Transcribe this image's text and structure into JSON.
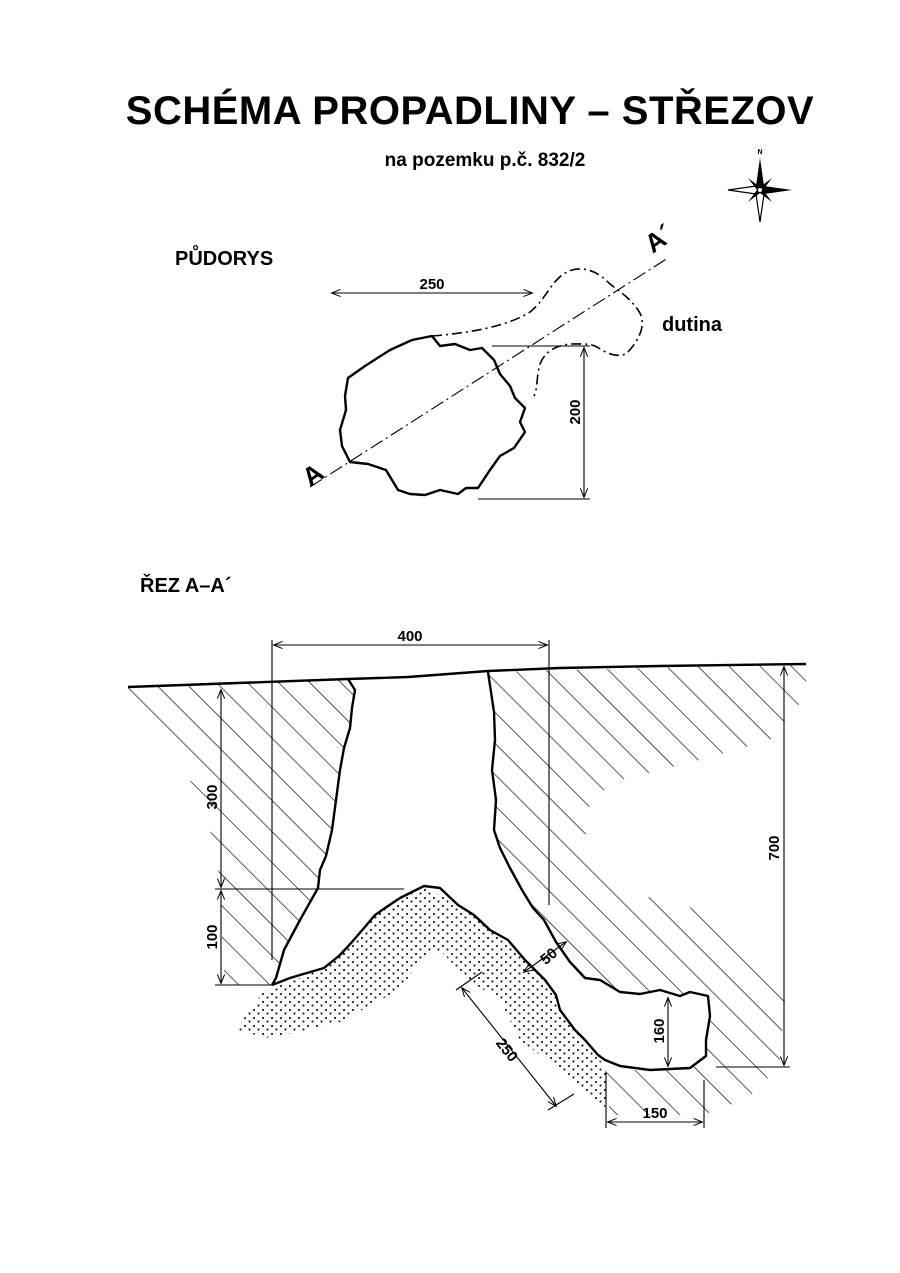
{
  "header": {
    "title": "SCHÉMA PROPADLINY – STŘEZOV",
    "subtitle": "na pozemku p.č. 832/2"
  },
  "compass": {
    "north_label": "N",
    "icon": "compass-rose-icon"
  },
  "plan": {
    "heading": "PŮDORYS",
    "cavity_label": "dutina",
    "section_start": "A",
    "section_end": "A´",
    "dim_width": "250",
    "dim_height": "200"
  },
  "section": {
    "heading": "ŘEZ A–A´",
    "dim_top_width": "400",
    "dim_shaft_depth": "300",
    "dim_lower_step": "100",
    "dim_total_depth": "700",
    "dim_chamber_height": "160",
    "dim_chamber_width": "150",
    "dim_slope_length": "250",
    "dim_gap": "50"
  },
  "colors": {
    "ink": "#000000",
    "paper": "#ffffff"
  }
}
